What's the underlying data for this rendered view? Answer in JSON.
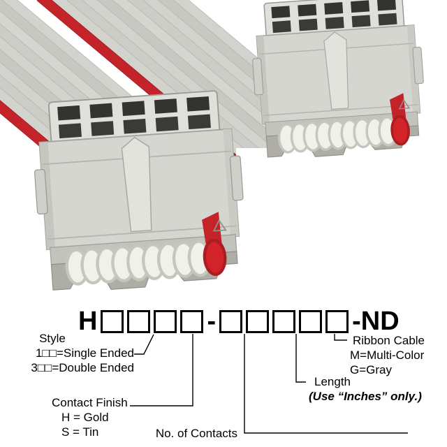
{
  "part_number": {
    "prefix": "H",
    "separator": "-",
    "suffix": "-ND",
    "group1_boxes": 4,
    "group2_boxes": 5
  },
  "labels": {
    "style": {
      "title": "Style",
      "line1": "1□□=Single Ended",
      "line2": "3□□=Double Ended"
    },
    "contact_finish": {
      "title": "Contact Finish",
      "line1": "H = Gold",
      "line2": "S = Tin"
    },
    "contacts": {
      "title": "No. of Contacts"
    },
    "length": {
      "title": "Length",
      "note": "(Use “Inches” only.)"
    },
    "ribbon": {
      "title": "Ribbon Cable",
      "line1": "M=Multi-Color",
      "line2": "G=Gray"
    }
  },
  "colors": {
    "red_stripe": "#c4232a",
    "cable_gray_light": "#d3d3ce",
    "cable_gray_dark": "#c8c8c3",
    "connector_gray": "#d6d6d1",
    "text": "#000000"
  }
}
